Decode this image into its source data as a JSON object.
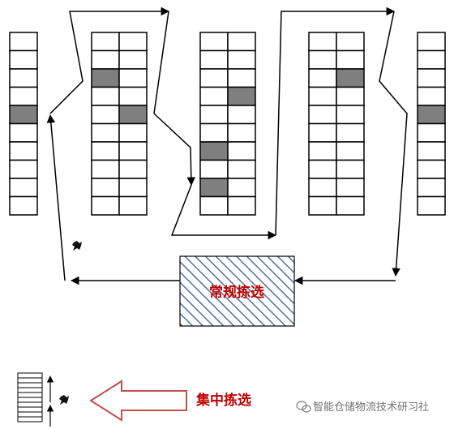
{
  "station": {
    "label": "常规拣选"
  },
  "legend": {
    "label": "集中拣选"
  },
  "watermark": {
    "text": "智能仓储物流技术研习社"
  },
  "colors": {
    "cell_filled": "#7f7f7f",
    "cell_border": "#000000",
    "station_hatch": "#4f6fa8",
    "label_red": "#c00000",
    "arrow_outline": "#c0504d"
  },
  "racks": [
    {
      "columns": 1,
      "filled": [
        [
          4,
          0
        ]
      ]
    },
    {
      "columns": 2,
      "filled": [
        [
          2,
          0
        ],
        [
          4,
          1
        ]
      ]
    },
    {
      "columns": 2,
      "filled": [
        [
          3,
          1
        ],
        [
          6,
          0
        ],
        [
          8,
          0
        ]
      ]
    },
    {
      "columns": 2,
      "filled": [
        [
          2,
          1
        ]
      ]
    },
    {
      "columns": 1,
      "filled": [
        [
          4,
          0
        ]
      ]
    }
  ]
}
